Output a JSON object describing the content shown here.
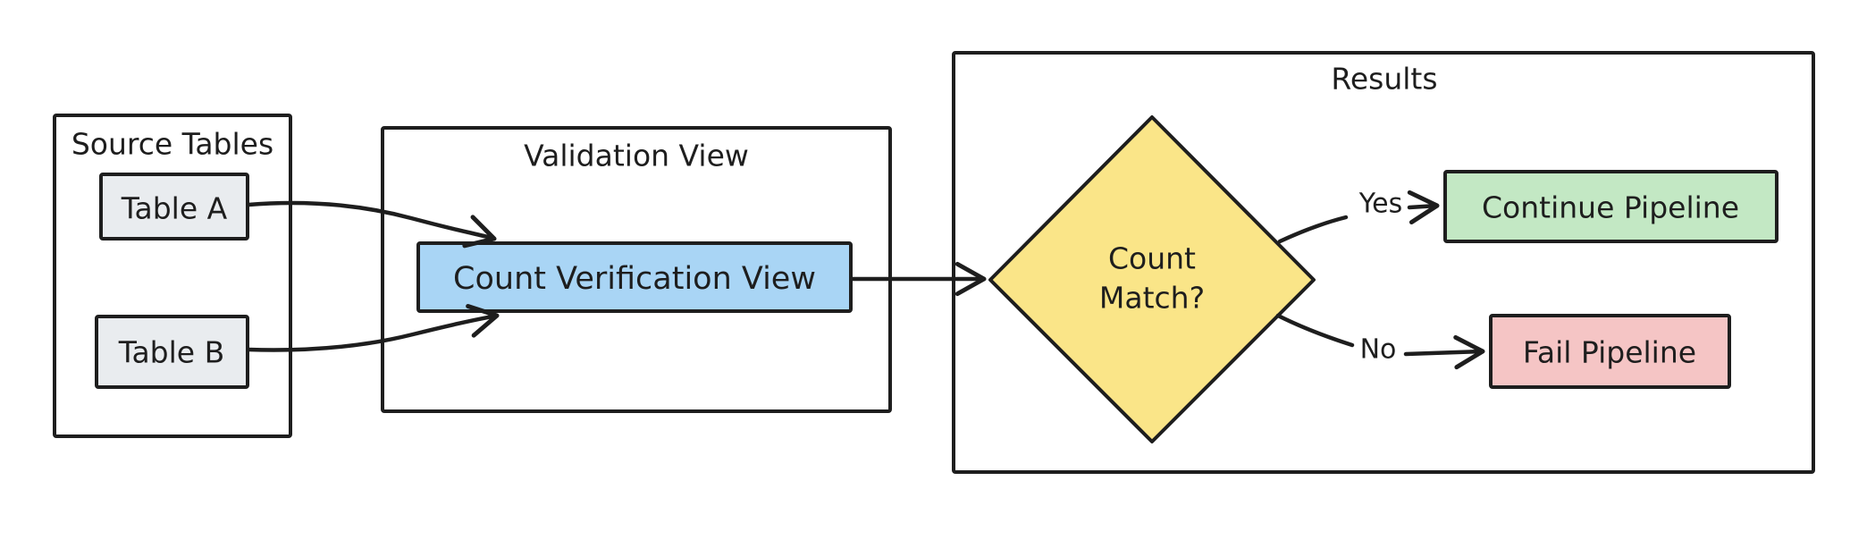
{
  "diagram": {
    "background": "#ffffff",
    "stroke_color": "#1e1e1e",
    "groups": {
      "source_tables": {
        "title": "Source Tables"
      },
      "validation_view": {
        "title": "Validation View"
      },
      "results": {
        "title": "Results"
      }
    },
    "nodes": {
      "table_a": {
        "label": "Table A",
        "fill": "#e9ecef"
      },
      "table_b": {
        "label": "Table B",
        "fill": "#e9ecef"
      },
      "count_verification_view": {
        "label": "Count Verification View",
        "fill": "#a9d5f5"
      },
      "count_match": {
        "label_lines": [
          "Count",
          "Match?"
        ],
        "fill": "#fae588"
      },
      "continue_pipeline": {
        "label": "Continue Pipeline",
        "fill": "#c3e8c4"
      },
      "fail_pipeline": {
        "label": "Fail Pipeline",
        "fill": "#f5c5c5"
      }
    },
    "edges": {
      "yes_label": "Yes",
      "no_label": "No"
    }
  }
}
